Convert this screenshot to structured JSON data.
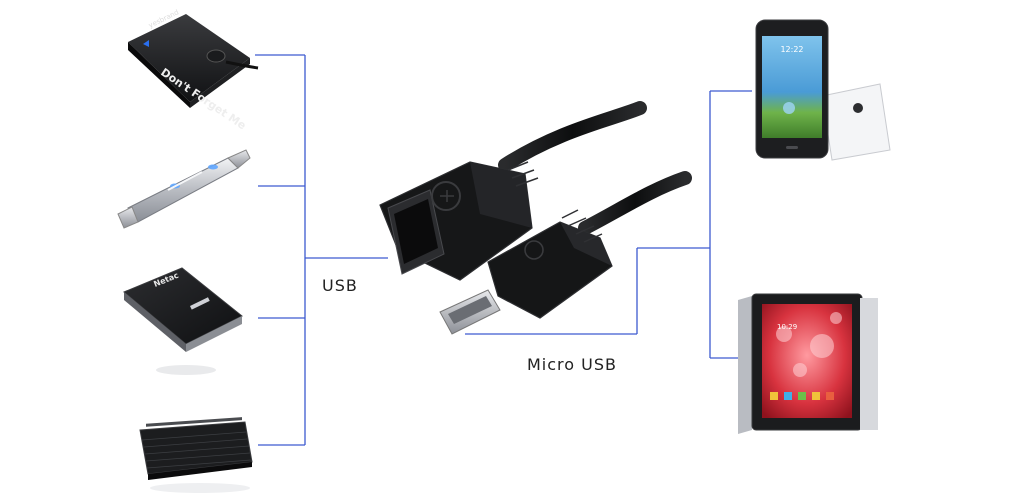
{
  "labels": {
    "usb": "USB",
    "micro_usb": "Micro USB"
  },
  "hub_text": "Don't Forget Me",
  "hub_brand": "yesbrand",
  "ssd_brand": "Netac",
  "phone_time": "12:22",
  "tablet_time": "10:29",
  "colors": {
    "connector_line": "#3d5bd0",
    "cable": "#1b1c1d"
  }
}
